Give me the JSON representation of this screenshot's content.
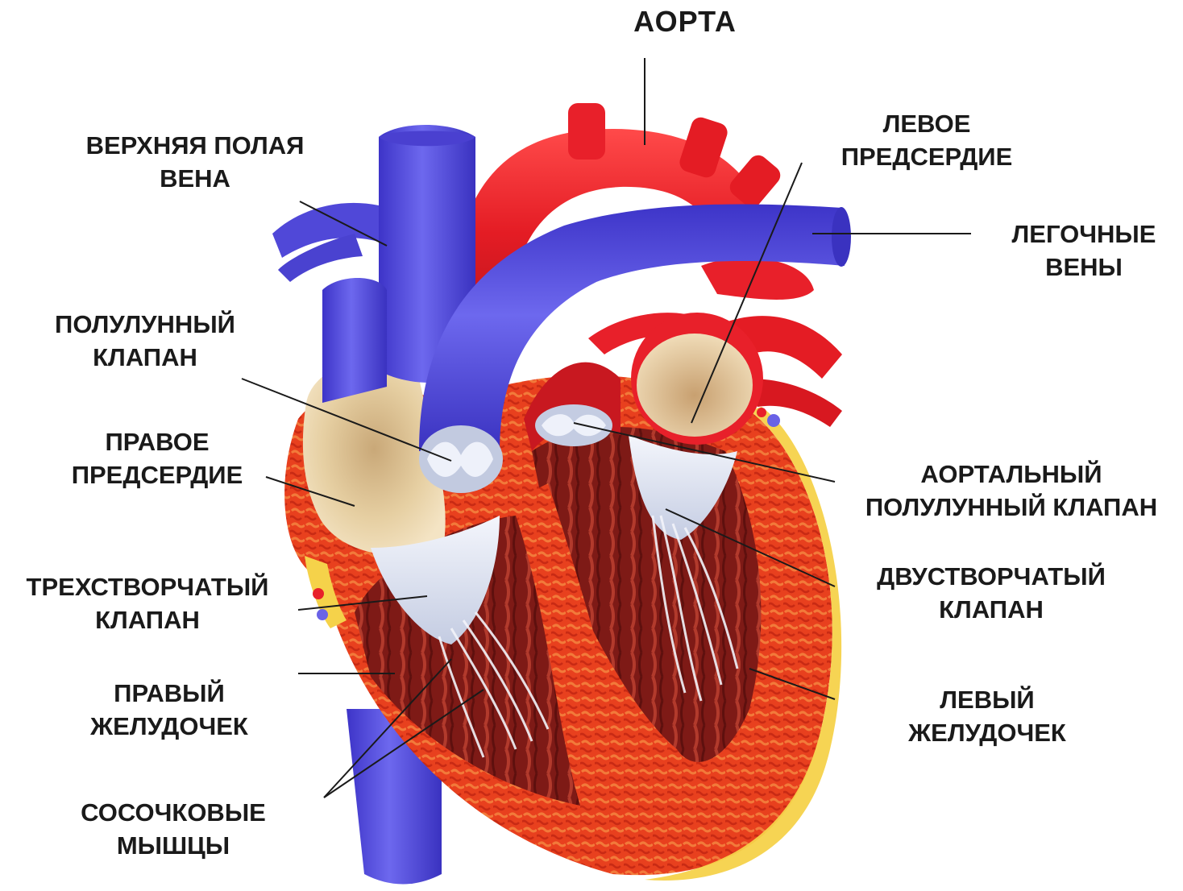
{
  "labels": {
    "aorta": "АОРТА",
    "superior_vena_cava": [
      "ВЕРХНЯЯ ПОЛАЯ",
      "ВЕНА"
    ],
    "left_atrium": [
      "ЛЕВОЕ",
      "ПРЕДСЕРДИЕ"
    ],
    "pulmonary_veins": [
      "ЛЕГОЧНЫЕ",
      "ВЕНЫ"
    ],
    "semilunar_valve": [
      "ПОЛУЛУННЫЙ",
      "КЛАПАН"
    ],
    "right_atrium": [
      "ПРАВОЕ",
      "ПРЕДСЕРДИЕ"
    ],
    "aortic_semilunar_valve": [
      "АОРТАЛЬНЫЙ",
      "ПОЛУЛУННЫЙ КЛАПАН"
    ],
    "tricuspid_valve": [
      "ТРЕХСТВОРЧАТЫЙ",
      "КЛАПАН"
    ],
    "bicuspid_valve": [
      "ДВУСТВОРЧАТЫЙ",
      "КЛАПАН"
    ],
    "right_ventricle": [
      "ПРАВЫЙ",
      "ЖЕЛУДОЧЕК"
    ],
    "left_ventricle": [
      "ЛЕВЫЙ",
      "ЖЕЛУДОЧЕК"
    ],
    "papillary_muscles": [
      "СОСОЧКОВЫЕ",
      "МЫШЦЫ"
    ]
  },
  "colors": {
    "vein_blue": "#5a52e0",
    "artery_red": "#e8202a",
    "muscle_red": "#e43a1c",
    "chamber_dark": "#8a1c18",
    "fat_yellow": "#f5d24a",
    "atrium_beige": "#e8cfa0",
    "valve_white": "#e4e8f4",
    "leader_line": "#1a1a1a"
  }
}
